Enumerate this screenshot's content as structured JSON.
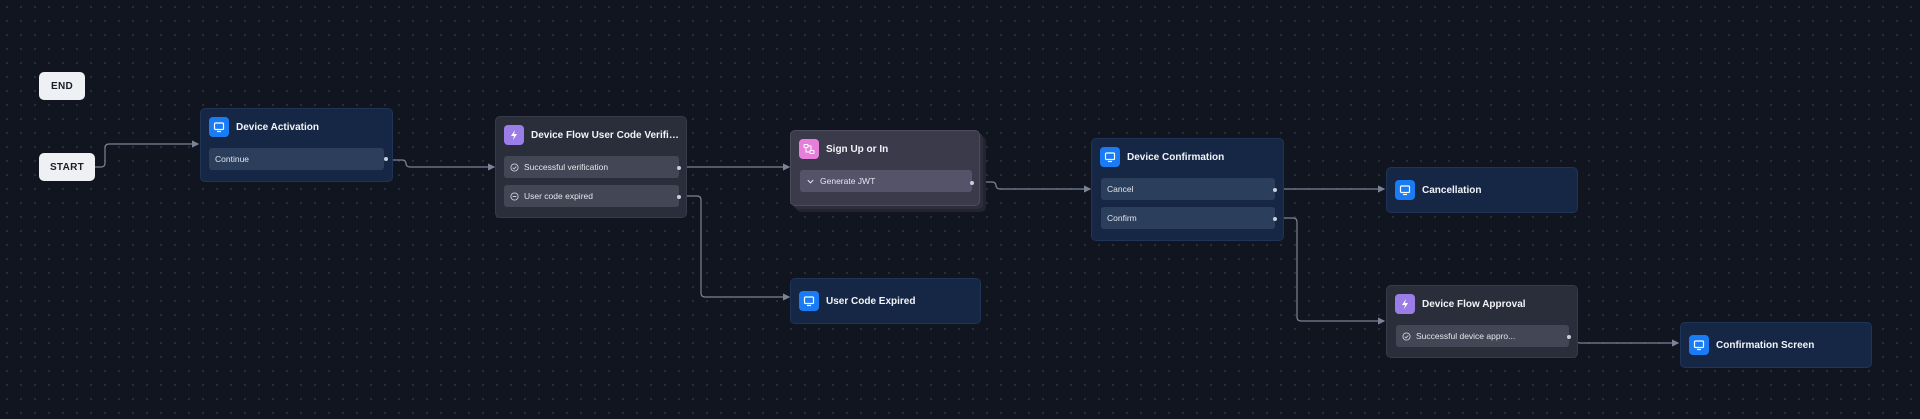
{
  "nodes": {
    "end": {
      "label": "END"
    },
    "start": {
      "label": "START"
    },
    "device_activation": {
      "title": "Device Activation",
      "icon": "screen-icon",
      "rows": [
        "Continue"
      ]
    },
    "device_flow_user_code": {
      "title": "Device Flow User Code Verificati...",
      "icon": "lightning-icon",
      "rows": [
        "Successful verification",
        "User code expired"
      ]
    },
    "sign_up_or_in": {
      "title": "Sign Up or In",
      "icon": "subflow-icon",
      "rows": [
        "Generate JWT"
      ]
    },
    "user_code_expired": {
      "title": "User Code Expired",
      "icon": "screen-icon"
    },
    "device_confirmation": {
      "title": "Device Confirmation",
      "icon": "screen-icon",
      "rows": [
        "Cancel",
        "Confirm"
      ]
    },
    "cancellation": {
      "title": "Cancellation",
      "icon": "screen-icon"
    },
    "device_flow_approval": {
      "title": "Device Flow Approval",
      "icon": "lightning-icon",
      "rows": [
        "Successful device appro..."
      ]
    },
    "confirmation_screen": {
      "title": "Confirmation Screen",
      "icon": "screen-icon"
    }
  },
  "colors": {
    "background": "#11151f",
    "screen_node": "#152745",
    "action_node": "#2a2d3a",
    "subflow_node": "#3a3a4b",
    "screen_icon": "#1a7cf5",
    "action_icon": "#9b7de8",
    "subflow_icon": "#e57fd9",
    "edge": "#7b8496"
  }
}
